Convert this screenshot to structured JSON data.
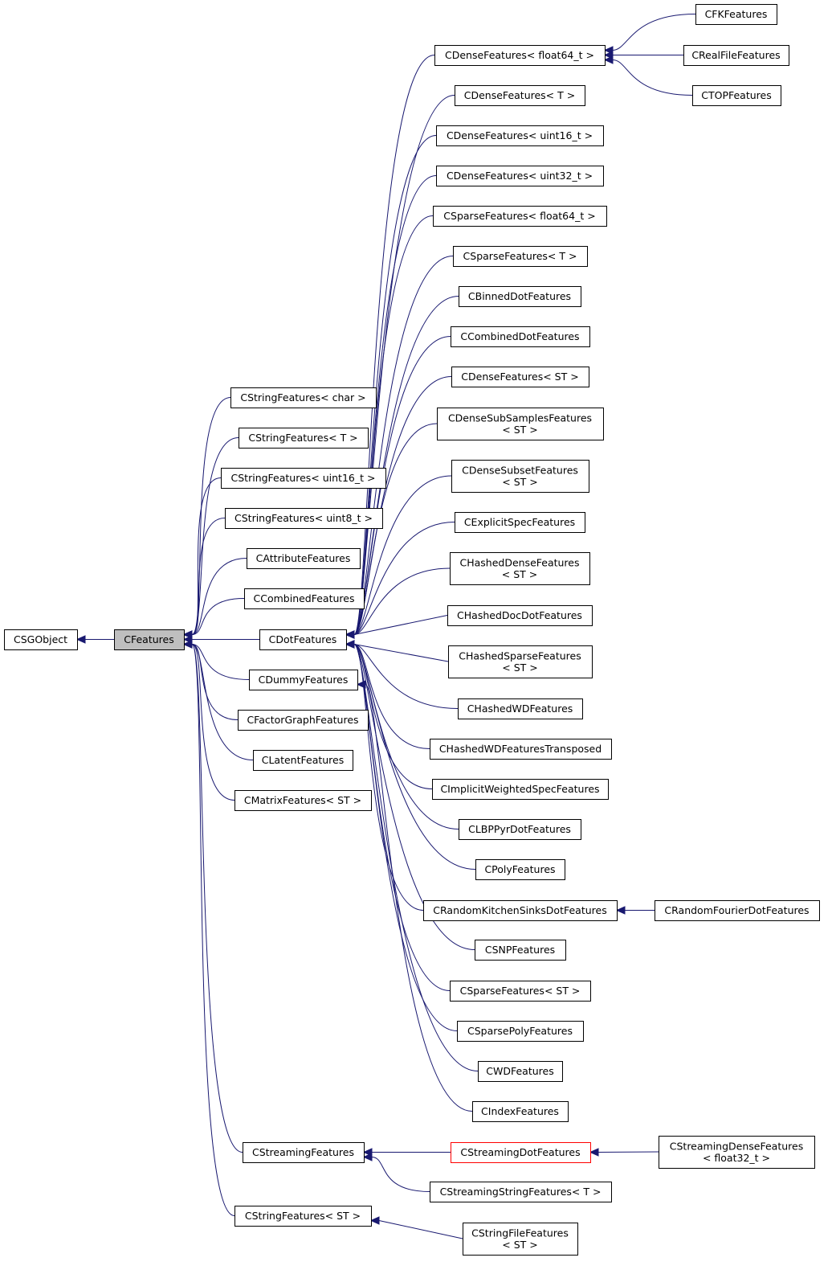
{
  "diagram": {
    "type": "class inheritance graph",
    "root": "CSGObject",
    "focus": "CFeatures",
    "colors": {
      "edge": "#191970",
      "focus_fill": "#bfbfbf",
      "border": "#000000",
      "special_border": "#ff0000"
    },
    "nodes": [
      {
        "id": "csgobject",
        "lines": [
          "CSGObject"
        ]
      },
      {
        "id": "cfeatures",
        "lines": [
          "CFeatures"
        ]
      },
      {
        "id": "cstringfeatures-char",
        "lines": [
          "CStringFeatures< char >"
        ]
      },
      {
        "id": "cstringfeatures-t",
        "lines": [
          "CStringFeatures< T >"
        ]
      },
      {
        "id": "cstringfeatures-uint16",
        "lines": [
          "CStringFeatures< uint16_t >"
        ]
      },
      {
        "id": "cstringfeatures-uint8",
        "lines": [
          "CStringFeatures< uint8_t >"
        ]
      },
      {
        "id": "cattributefeatures",
        "lines": [
          "CAttributeFeatures"
        ]
      },
      {
        "id": "ccombinedfeatures",
        "lines": [
          "CCombinedFeatures"
        ]
      },
      {
        "id": "cdotfeatures",
        "lines": [
          "CDotFeatures"
        ]
      },
      {
        "id": "cdummyfeatures",
        "lines": [
          "CDummyFeatures"
        ]
      },
      {
        "id": "cfactorgraphfeatures",
        "lines": [
          "CFactorGraphFeatures"
        ]
      },
      {
        "id": "clatentfeatures",
        "lines": [
          "CLatentFeatures"
        ]
      },
      {
        "id": "cmatrixfeatures-st",
        "lines": [
          "CMatrixFeatures< ST >"
        ]
      },
      {
        "id": "cstreamingfeatures",
        "lines": [
          "CStreamingFeatures"
        ]
      },
      {
        "id": "cstringfeatures-st",
        "lines": [
          "CStringFeatures< ST >"
        ]
      },
      {
        "id": "cdensefeatures-float64",
        "lines": [
          "CDenseFeatures< float64_t >"
        ]
      },
      {
        "id": "cdensefeatures-t",
        "lines": [
          "CDenseFeatures< T >"
        ]
      },
      {
        "id": "cdensefeatures-uint16",
        "lines": [
          "CDenseFeatures< uint16_t >"
        ]
      },
      {
        "id": "cdensefeatures-uint32",
        "lines": [
          "CDenseFeatures< uint32_t >"
        ]
      },
      {
        "id": "csparsefeatures-float64",
        "lines": [
          "CSparseFeatures< float64_t >"
        ]
      },
      {
        "id": "csparsefeatures-t",
        "lines": [
          "CSparseFeatures< T >"
        ]
      },
      {
        "id": "cbinneddotfeatures",
        "lines": [
          "CBinnedDotFeatures"
        ]
      },
      {
        "id": "ccombineddotfeatures",
        "lines": [
          "CCombinedDotFeatures"
        ]
      },
      {
        "id": "cdensefeatures-st",
        "lines": [
          "CDenseFeatures< ST >"
        ]
      },
      {
        "id": "cdensesubsamplesfeatures",
        "lines": [
          "CDenseSubSamplesFeatures",
          "< ST >"
        ]
      },
      {
        "id": "cdensesubsetfeatures",
        "lines": [
          "CDenseSubsetFeatures",
          "< ST >"
        ]
      },
      {
        "id": "cexplicitspecfeatures",
        "lines": [
          "CExplicitSpecFeatures"
        ]
      },
      {
        "id": "chasheddensefeatures",
        "lines": [
          "CHashedDenseFeatures",
          "< ST >"
        ]
      },
      {
        "id": "chasheddocdotfeatures",
        "lines": [
          "CHashedDocDotFeatures"
        ]
      },
      {
        "id": "chashedsparsefeatures",
        "lines": [
          "CHashedSparseFeatures",
          "< ST >"
        ]
      },
      {
        "id": "chashedwdfeatures",
        "lines": [
          "CHashedWDFeatures"
        ]
      },
      {
        "id": "chashedwdfeaturestransposed",
        "lines": [
          "CHashedWDFeaturesTransposed"
        ]
      },
      {
        "id": "cimplicitweightedspecfeatures",
        "lines": [
          "CImplicitWeightedSpecFeatures"
        ]
      },
      {
        "id": "clbppyrdotfeatures",
        "lines": [
          "CLBPPyrDotFeatures"
        ]
      },
      {
        "id": "cpolyfeatures",
        "lines": [
          "CPolyFeatures"
        ]
      },
      {
        "id": "crandomkitchensinksdotfeatures",
        "lines": [
          "CRandomKitchenSinksDotFeatures"
        ]
      },
      {
        "id": "csnpfeatures",
        "lines": [
          "CSNPFeatures"
        ]
      },
      {
        "id": "csparsefeatures-st",
        "lines": [
          "CSparseFeatures< ST >"
        ]
      },
      {
        "id": "csparsepolyfeatures",
        "lines": [
          "CSparsePolyFeatures"
        ]
      },
      {
        "id": "cwdfeatures",
        "lines": [
          "CWDFeatures"
        ]
      },
      {
        "id": "cindexfeatures",
        "lines": [
          "CIndexFeatures"
        ]
      },
      {
        "id": "cstreamingdotfeatures",
        "lines": [
          "CStreamingDotFeatures"
        ]
      },
      {
        "id": "cstreamingstringfeatures-t",
        "lines": [
          "CStreamingStringFeatures< T >"
        ]
      },
      {
        "id": "cstringfilefeatures",
        "lines": [
          "CStringFileFeatures",
          "< ST >"
        ]
      },
      {
        "id": "cfkfeatures",
        "lines": [
          "CFKFeatures"
        ]
      },
      {
        "id": "crealfilefeatures",
        "lines": [
          "CRealFileFeatures"
        ]
      },
      {
        "id": "ctopfeatures",
        "lines": [
          "CTOPFeatures"
        ]
      },
      {
        "id": "crandomfourierdotfeatures",
        "lines": [
          "CRandomFourierDotFeatures"
        ]
      },
      {
        "id": "cstreamingdensefeatures",
        "lines": [
          "CStreamingDenseFeatures",
          "< float32_t >"
        ]
      }
    ],
    "edges": [
      {
        "from": "cfeatures",
        "to": "csgobject"
      },
      {
        "from": "cstringfeatures-char",
        "to": "cfeatures"
      },
      {
        "from": "cstringfeatures-t",
        "to": "cfeatures"
      },
      {
        "from": "cstringfeatures-uint16",
        "to": "cfeatures"
      },
      {
        "from": "cstringfeatures-uint8",
        "to": "cfeatures"
      },
      {
        "from": "cattributefeatures",
        "to": "cfeatures"
      },
      {
        "from": "ccombinedfeatures",
        "to": "cfeatures"
      },
      {
        "from": "cdotfeatures",
        "to": "cfeatures"
      },
      {
        "from": "cdummyfeatures",
        "to": "cfeatures"
      },
      {
        "from": "cfactorgraphfeatures",
        "to": "cfeatures"
      },
      {
        "from": "clatentfeatures",
        "to": "cfeatures"
      },
      {
        "from": "cmatrixfeatures-st",
        "to": "cfeatures"
      },
      {
        "from": "cstreamingfeatures",
        "to": "cfeatures"
      },
      {
        "from": "cstringfeatures-st",
        "to": "cfeatures"
      },
      {
        "from": "cdensefeatures-float64",
        "to": "cdotfeatures"
      },
      {
        "from": "cdensefeatures-t",
        "to": "cdotfeatures"
      },
      {
        "from": "cdensefeatures-uint16",
        "to": "cdotfeatures"
      },
      {
        "from": "cdensefeatures-uint32",
        "to": "cdotfeatures"
      },
      {
        "from": "csparsefeatures-float64",
        "to": "cdotfeatures"
      },
      {
        "from": "csparsefeatures-t",
        "to": "cdotfeatures"
      },
      {
        "from": "cbinneddotfeatures",
        "to": "cdotfeatures"
      },
      {
        "from": "ccombineddotfeatures",
        "to": "cdotfeatures"
      },
      {
        "from": "cdensefeatures-st",
        "to": "cdotfeatures"
      },
      {
        "from": "cdensesubsamplesfeatures",
        "to": "cdotfeatures"
      },
      {
        "from": "cdensesubsetfeatures",
        "to": "cdotfeatures"
      },
      {
        "from": "cexplicitspecfeatures",
        "to": "cdotfeatures"
      },
      {
        "from": "chasheddensefeatures",
        "to": "cdotfeatures"
      },
      {
        "from": "chasheddocdotfeatures",
        "to": "cdotfeatures"
      },
      {
        "from": "chashedsparsefeatures",
        "to": "cdotfeatures"
      },
      {
        "from": "chashedwdfeatures",
        "to": "cdotfeatures"
      },
      {
        "from": "chashedwdfeaturestransposed",
        "to": "cdotfeatures"
      },
      {
        "from": "cimplicitweightedspecfeatures",
        "to": "cdotfeatures"
      },
      {
        "from": "clbppyrdotfeatures",
        "to": "cdotfeatures"
      },
      {
        "from": "cpolyfeatures",
        "to": "cdotfeatures"
      },
      {
        "from": "crandomkitchensinksdotfeatures",
        "to": "cdotfeatures"
      },
      {
        "from": "csnpfeatures",
        "to": "cdotfeatures"
      },
      {
        "from": "csparsefeatures-st",
        "to": "cdotfeatures"
      },
      {
        "from": "csparsepolyfeatures",
        "to": "cdotfeatures"
      },
      {
        "from": "cwdfeatures",
        "to": "cdotfeatures"
      },
      {
        "from": "cindexfeatures",
        "to": "cdummyfeatures"
      },
      {
        "from": "cstreamingdotfeatures",
        "to": "cstreamingfeatures"
      },
      {
        "from": "cstreamingstringfeatures-t",
        "to": "cstreamingfeatures"
      },
      {
        "from": "cstringfilefeatures",
        "to": "cstringfeatures-st"
      },
      {
        "from": "cfkfeatures",
        "to": "cdensefeatures-float64"
      },
      {
        "from": "crealfilefeatures",
        "to": "cdensefeatures-float64"
      },
      {
        "from": "ctopfeatures",
        "to": "cdensefeatures-float64"
      },
      {
        "from": "crandomfourierdotfeatures",
        "to": "crandomkitchensinksdotfeatures"
      },
      {
        "from": "cstreamingdensefeatures",
        "to": "cstreamingdotfeatures"
      }
    ]
  }
}
